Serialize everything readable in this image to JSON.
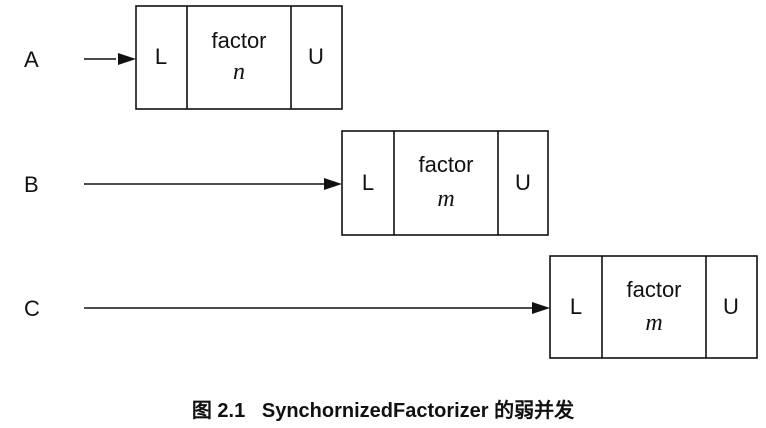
{
  "rows": [
    {
      "label": "A",
      "left": "L",
      "middle_top": "factor",
      "middle_var": "n",
      "right": "U"
    },
    {
      "label": "B",
      "left": "L",
      "middle_top": "factor",
      "middle_var": "m",
      "right": "U"
    },
    {
      "label": "C",
      "left": "L",
      "middle_top": "factor",
      "middle_var": "m",
      "right": "U"
    }
  ],
  "caption": "图 2.1   SynchornizedFactorizer 的弱并发"
}
